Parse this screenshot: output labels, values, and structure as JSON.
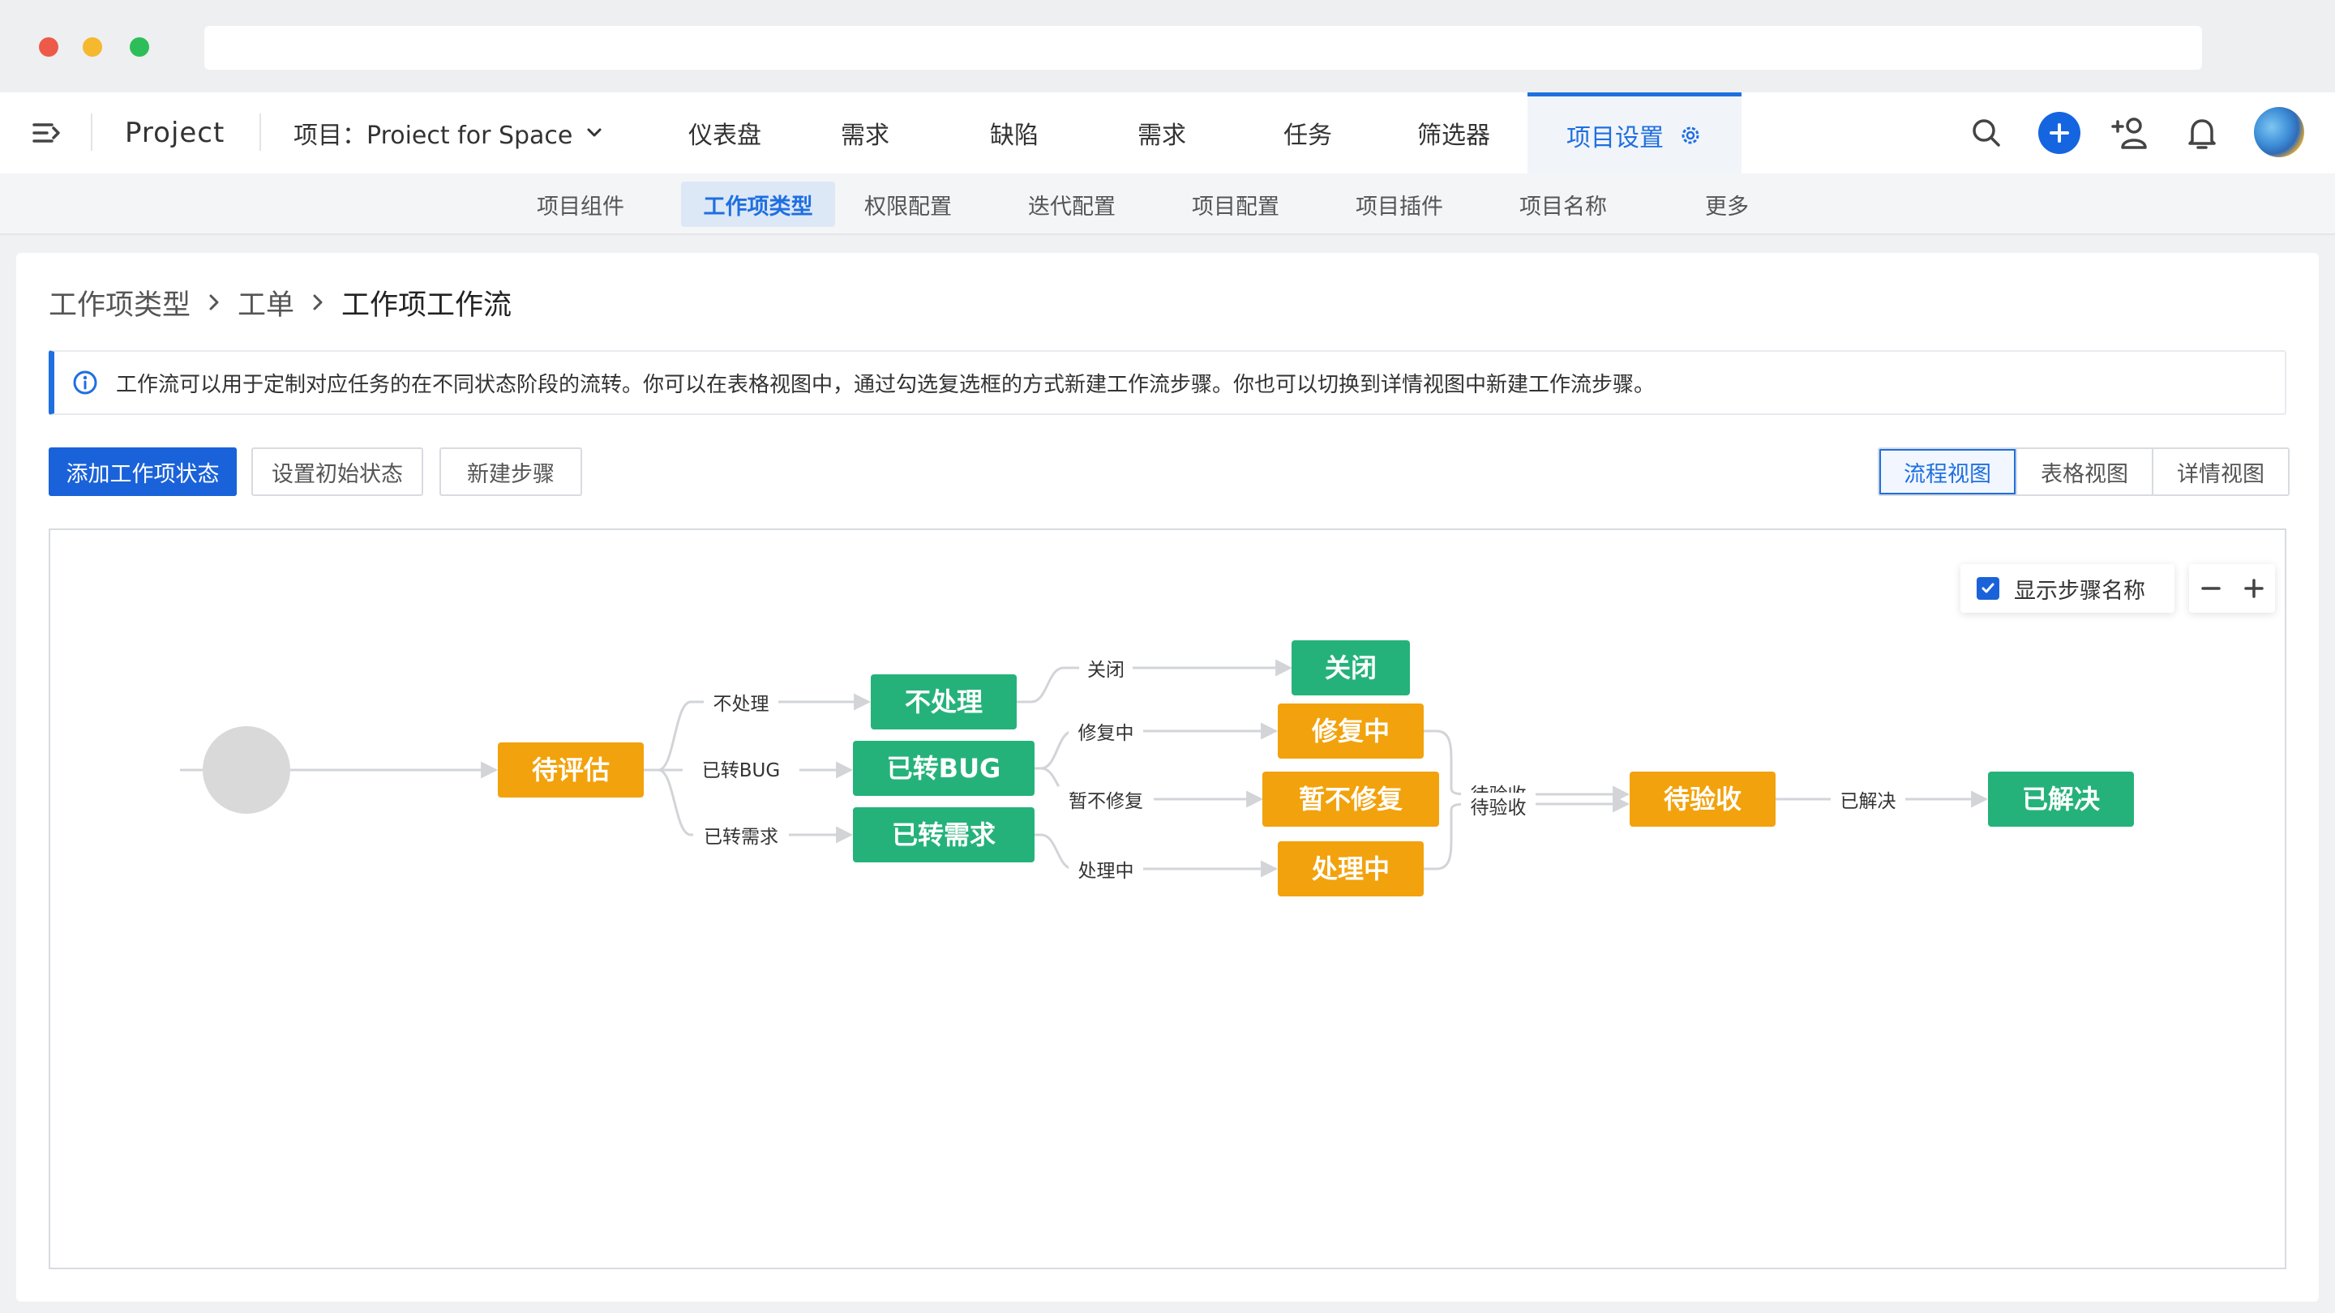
{
  "header": {
    "app_name": "Project",
    "project_selector": "项目：Proiect for Space",
    "nav": [
      {
        "label": "仪表盘"
      },
      {
        "label": "需求"
      },
      {
        "label": "缺陷"
      },
      {
        "label": "需求"
      },
      {
        "label": "任务"
      },
      {
        "label": "筛选器"
      },
      {
        "label": "项目设置",
        "active": true
      }
    ],
    "icons": [
      "menu-toggle-icon",
      "search-icon",
      "plus-icon",
      "add-user-icon",
      "bell-icon",
      "avatar"
    ]
  },
  "subnav": {
    "items": [
      {
        "label": "项目组件"
      },
      {
        "label": "工作项类型",
        "active": true
      },
      {
        "label": "权限配置"
      },
      {
        "label": "迭代配置"
      },
      {
        "label": "项目配置"
      },
      {
        "label": "项目插件"
      },
      {
        "label": "项目名称"
      },
      {
        "label": "更多"
      }
    ]
  },
  "breadcrumb": [
    "工作项类型",
    "工单",
    "工作项工作流"
  ],
  "notice": "工作流可以用于定制对应任务的在不同状态阶段的流转。你可以在表格视图中，通过勾选复选框的方式新建工作流步骤。你也可以切换到详情视图中新建工作流步骤。",
  "actions": {
    "add_state": "添加工作项状态",
    "set_initial": "设置初始状态",
    "new_step": "新建步骤"
  },
  "views": [
    {
      "label": "流程视图",
      "active": true
    },
    {
      "label": "表格视图"
    },
    {
      "label": "详情视图"
    }
  ],
  "canvas_toolbar": {
    "show_step_names_label": "显示步骤名称",
    "show_step_names_checked": true,
    "zoom_out_icon": "minus-icon",
    "zoom_in_icon": "plus-icon"
  },
  "colors": {
    "accent": "#1f6fe0",
    "primary_button": "#1a62d9",
    "state_in_progress": "#f2a20c",
    "state_done": "#25b27a",
    "start_node": "#d9d9d9"
  },
  "workflow": {
    "states": [
      {
        "id": "pending_eval",
        "label": "待评估",
        "kind": "in_progress"
      },
      {
        "id": "wont_handle",
        "label": "不处理",
        "kind": "done"
      },
      {
        "id": "to_bug",
        "label": "已转BUG",
        "kind": "done"
      },
      {
        "id": "to_req",
        "label": "已转需求",
        "kind": "done"
      },
      {
        "id": "closed",
        "label": "关闭",
        "kind": "done"
      },
      {
        "id": "fixing",
        "label": "修复中",
        "kind": "in_progress"
      },
      {
        "id": "wont_fix",
        "label": "暂不修复",
        "kind": "in_progress"
      },
      {
        "id": "handling",
        "label": "处理中",
        "kind": "in_progress"
      },
      {
        "id": "pending_accept",
        "label": "待验收",
        "kind": "in_progress"
      },
      {
        "id": "resolved",
        "label": "已解决",
        "kind": "done"
      }
    ],
    "transitions": [
      {
        "from": "start",
        "to": "pending_eval",
        "label": ""
      },
      {
        "from": "pending_eval",
        "to": "wont_handle",
        "label": "不处理"
      },
      {
        "from": "pending_eval",
        "to": "to_bug",
        "label": "已转BUG"
      },
      {
        "from": "pending_eval",
        "to": "to_req",
        "label": "已转需求"
      },
      {
        "from": "wont_handle",
        "to": "closed",
        "label": "关闭"
      },
      {
        "from": "to_bug",
        "to": "fixing",
        "label": "修复中"
      },
      {
        "from": "to_bug",
        "to": "wont_fix",
        "label": "暂不修复"
      },
      {
        "from": "to_req",
        "to": "handling",
        "label": "处理中"
      },
      {
        "from": "fixing",
        "to": "pending_accept",
        "label": "待验收"
      },
      {
        "from": "handling",
        "to": "pending_accept",
        "label": "待验收"
      },
      {
        "from": "pending_accept",
        "to": "resolved",
        "label": "已解决"
      }
    ]
  }
}
